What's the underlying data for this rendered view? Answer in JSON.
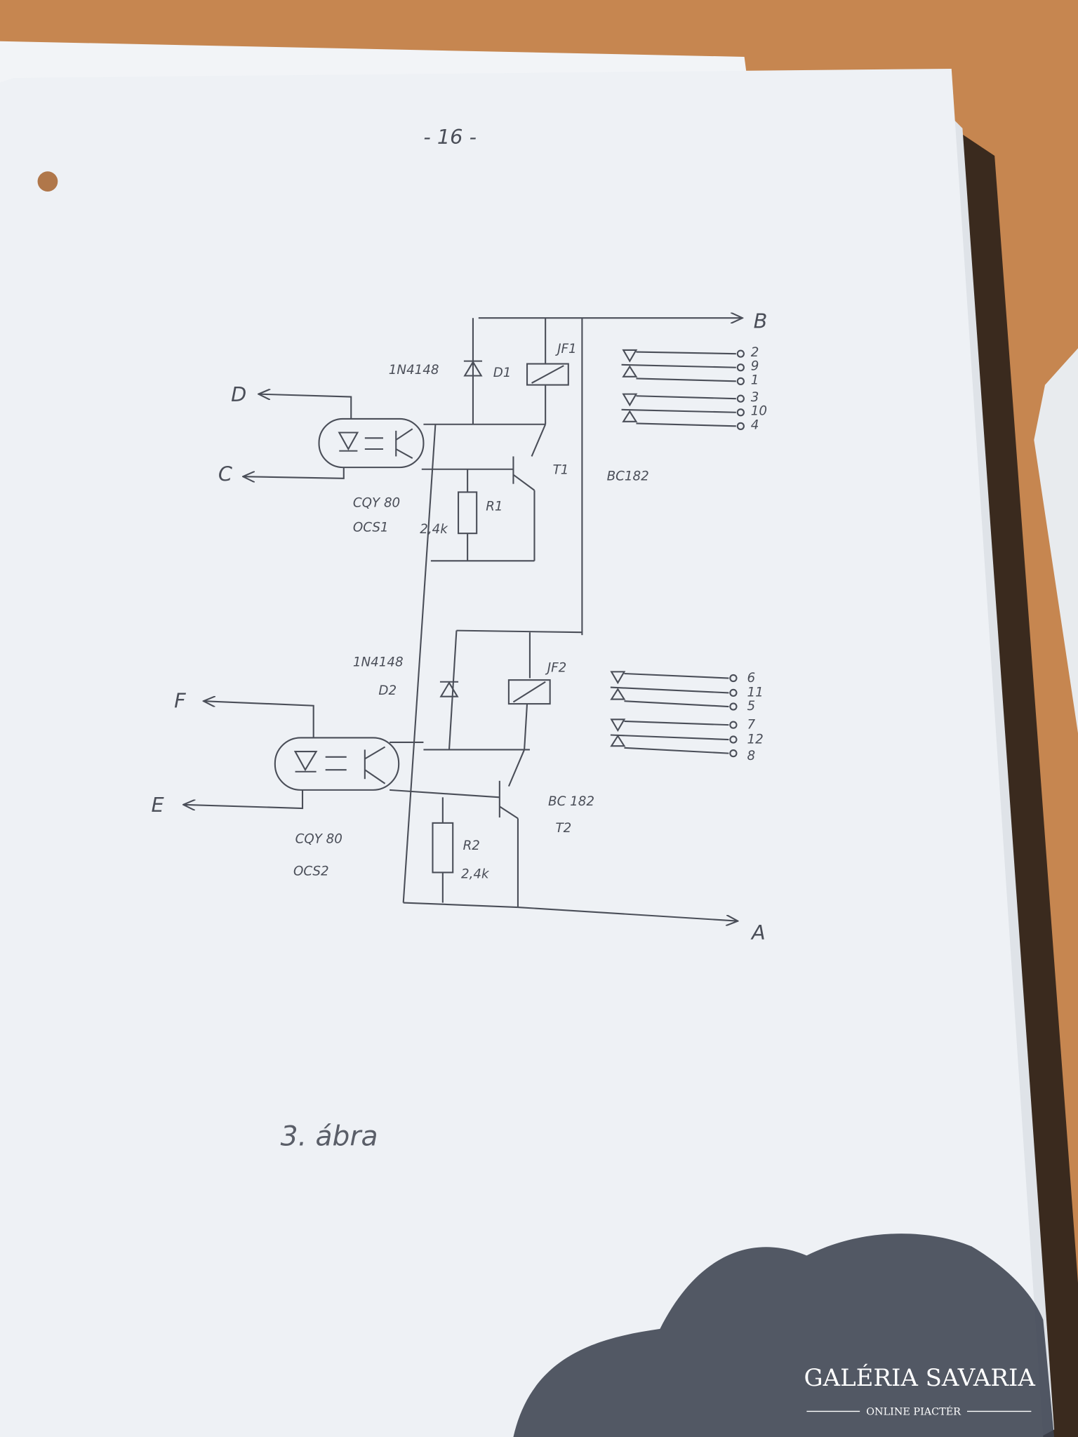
{
  "page": {
    "number": "- 16 -",
    "caption": "3. ábra"
  },
  "terminals": {
    "a": "A",
    "b": "B",
    "c": "C",
    "d": "D",
    "e": "E",
    "f": "F"
  },
  "stage1": {
    "diode_type": "1N4148",
    "diode": "D1",
    "relay": "JF1",
    "transistor": "T1",
    "transistor_type": "BC182",
    "opto_type": "CQY 80",
    "opto": "OCS1",
    "resistor": "R1",
    "resistor_value": "2,4k",
    "contacts": [
      "2",
      "9",
      "1",
      "3",
      "10",
      "4"
    ]
  },
  "stage2": {
    "diode_type": "1N4148",
    "diode": "D2",
    "relay": "JF2",
    "transistor": "T2",
    "transistor_type": "BC 182",
    "opto_type": "CQY 80",
    "opto": "OCS2",
    "resistor": "R2",
    "resistor_value": "2,4k",
    "contacts": [
      "6",
      "11",
      "5",
      "7",
      "12",
      "8"
    ]
  },
  "watermark": {
    "name": "GALÉRIA SAVARIA",
    "sub": "ONLINE PIACTÉR"
  }
}
